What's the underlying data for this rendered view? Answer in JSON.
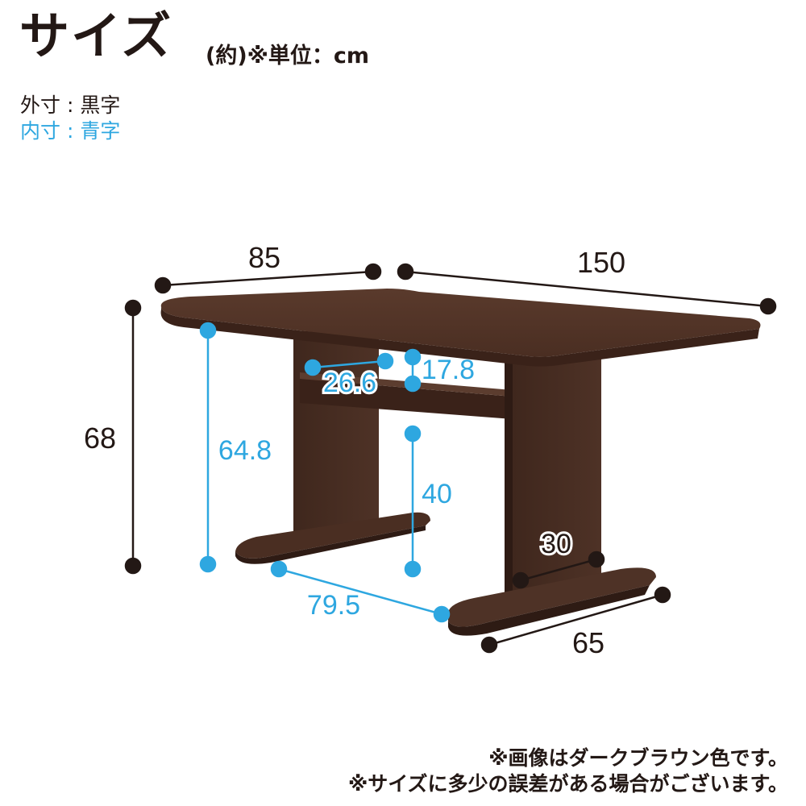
{
  "header": {
    "title": "サイズ",
    "unit": "(約)※単位：cm"
  },
  "legend": {
    "outer": "外寸 : 黒字",
    "inner": "内寸 : 青字"
  },
  "dimensions": {
    "width": "150",
    "depth": "85",
    "height": "68",
    "inner_height": "64.8",
    "beam_height": "40",
    "beam_depth": "26.6",
    "beam_thickness": "17.8",
    "leg_inner_span": "79.5",
    "foot_depth": "65",
    "leg_width": "30"
  },
  "colors": {
    "outer_dim": "#231815",
    "inner_dim": "#2ea7e0",
    "wood": "#4a2f24"
  },
  "notes": {
    "line1": "※画像はダークブラウン色です。",
    "line2": "※サイズに多少の誤差がある場合がございます。"
  }
}
